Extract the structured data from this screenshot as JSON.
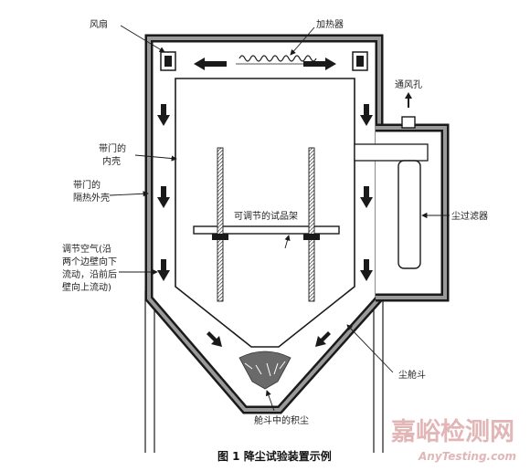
{
  "labels": {
    "fan": "风扇",
    "heater": "加热器",
    "vent": "通风孔",
    "inner_shell_l1": "带门的",
    "inner_shell_l2": "内壳",
    "outer_shell_l1": "带门的",
    "outer_shell_l2": "隔热外壳",
    "air_l1": "调节空气(沿",
    "air_l2": "两个边壁向下",
    "air_l3": "流动，沿前后",
    "air_l4": "壁向上流动)",
    "specimen_rack": "可调节的试品架",
    "dust_filter": "尘过滤器",
    "dust_hopper": "尘舱斗",
    "dust_in_hopper": "舱斗中的积尘"
  },
  "caption": "图 1   降尘试验装置示例",
  "watermark": {
    "name": "嘉峪检测网",
    "site": "AnyTesting.com"
  },
  "colors": {
    "line": "#1a1a1a",
    "wall": "#7a7a7a",
    "dust": "#555555",
    "watermark": "#e2b6b6"
  }
}
